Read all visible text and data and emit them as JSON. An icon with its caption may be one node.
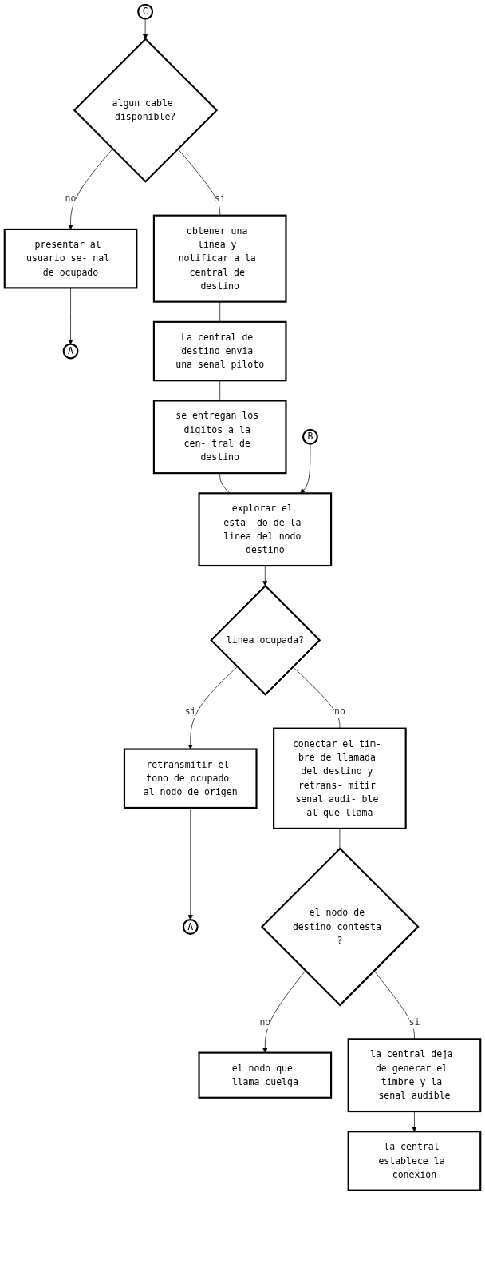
{
  "diagram": {
    "nodes": [
      {
        "text": [
          "C"
        ]
      },
      {
        "text": [
          "algun cable disponible?"
        ]
      },
      {
        "text": [
          "presentar al usuario se- nal de ocupado"
        ]
      },
      {
        "text": [
          "A"
        ]
      },
      {
        "text": [
          "obtener una linea y notificar a la central de destino"
        ]
      },
      {
        "text": [
          "La central de destino envia una senal piloto"
        ]
      },
      {
        "text": [
          "se entregan los digitos a la cen- tral de destino"
        ]
      },
      {
        "text": [
          "B"
        ]
      },
      {
        "text": [
          "explorar el esta- do de la linea del nodo destino"
        ]
      },
      {
        "text": [
          "linea ocupada?"
        ]
      },
      {
        "text": [
          "retransmitir el tono de ocupado al nodo de origen"
        ]
      },
      {
        "text": [
          "A"
        ]
      },
      {
        "text": [
          "conectar el tim- bre de llamada del destino y retrans- mitir senal audi- ble al que llama"
        ]
      },
      {
        "text": [
          "el nodo de destino contesta ?"
        ]
      },
      {
        "text": [
          "el nodo que llama cuelga"
        ]
      },
      {
        "text": [
          "la central deja de generar el timbre y la senal audible"
        ]
      },
      {
        "text": [
          "la central establece la conexion"
        ]
      }
    ],
    "edges": [
      {
        "from": 0,
        "to": 1,
        "arrow": "to"
      },
      {
        "from": 1,
        "to": 2,
        "arrow": "to",
        "label": "no"
      },
      {
        "from": 2,
        "to": 3,
        "arrow": "to"
      },
      {
        "from": 1,
        "to": 4,
        "arrow": "none",
        "label": "si"
      },
      {
        "from": 4,
        "to": 5,
        "arrow": "none"
      },
      {
        "from": 5,
        "to": 6,
        "arrow": "none"
      },
      {
        "from": 6,
        "to": 8,
        "arrow": "none"
      },
      {
        "from": 7,
        "to": 8,
        "arrow": "to"
      },
      {
        "from": 8,
        "to": 9,
        "arrow": "to"
      },
      {
        "from": 9,
        "to": 10,
        "arrow": "to",
        "label": "si"
      },
      {
        "from": 10,
        "to": 11,
        "arrow": "to"
      },
      {
        "from": 9,
        "to": 12,
        "arrow": "none",
        "label": "no"
      },
      {
        "from": 12,
        "to": 13,
        "arrow": "none"
      },
      {
        "from": 13,
        "to": 14,
        "arrow": "to",
        "label": "no"
      },
      {
        "from": 13,
        "to": 15,
        "arrow": "none",
        "label": "si"
      },
      {
        "from": 15,
        "to": 16,
        "arrow": "to"
      }
    ]
  }
}
